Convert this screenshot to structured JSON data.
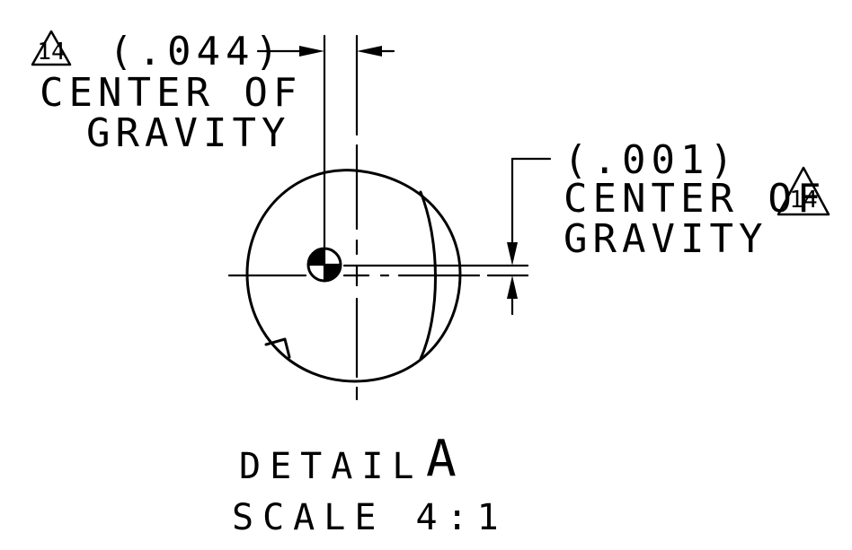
{
  "callout_left": {
    "flag_note": "14",
    "dimension": "(.044)",
    "line1": "CENTER OF",
    "line2": "GRAVITY"
  },
  "callout_right": {
    "flag_note": "14",
    "dimension": "(.001)",
    "line1": "CENTER OF",
    "line2": "GRAVITY"
  },
  "detail_title": {
    "label": "DETAIL",
    "letter": "A",
    "scale": "SCALE 4:1"
  }
}
